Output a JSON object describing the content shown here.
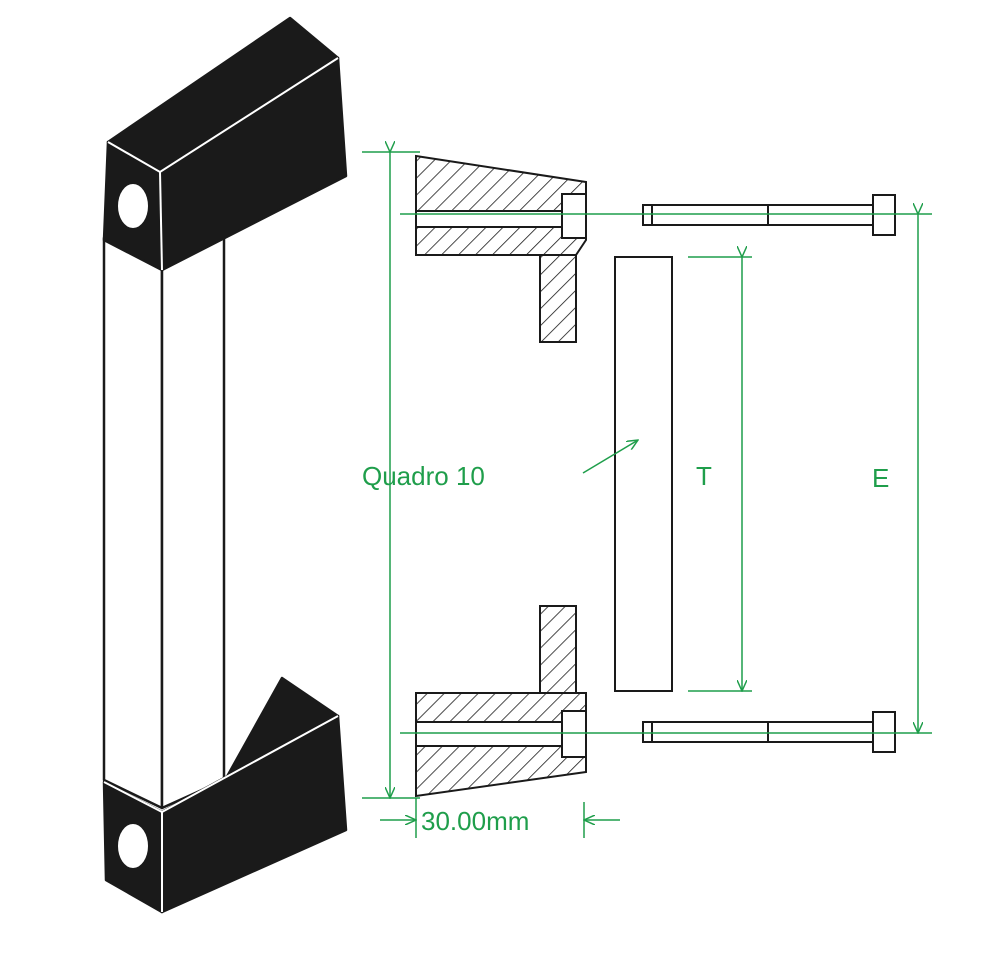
{
  "labels": {
    "profile": "Quadro 10",
    "height_tube": "T",
    "height_center": "E",
    "depth": "30.00mm"
  },
  "colors": {
    "dimension": "#1f9e4b",
    "ink": "#1a1a1a",
    "background": "#ffffff"
  }
}
